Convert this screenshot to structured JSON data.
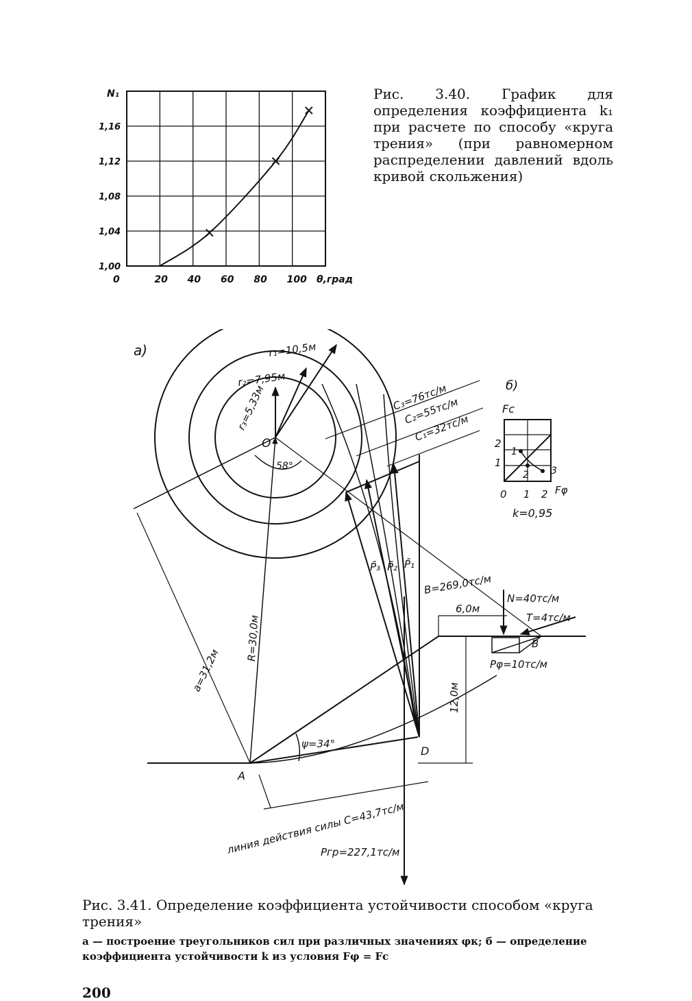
{
  "fig340": {
    "caption": "Рис. 3.40. График для определения коэффициента k₁ при расчете по способу «круга трения» (при равномерном распределении давлений вдоль кривой скольжения)"
  },
  "chart_data": {
    "type": "line",
    "ylabel": "N₁",
    "xlabel": "θ,град",
    "x_ticks": [
      "0",
      "20",
      "40",
      "60",
      "80",
      "100"
    ],
    "y_ticks": [
      "1,00",
      "1,04",
      "1,08",
      "1,12",
      "1,16"
    ],
    "xlim": [
      0,
      120
    ],
    "ylim": [
      1.0,
      1.2
    ],
    "grid": true,
    "series": [
      {
        "x": [
          20,
          50,
          90,
          110
        ],
        "y": [
          1.0,
          1.038,
          1.12,
          1.178
        ],
        "markers": "cross"
      }
    ]
  },
  "fig341": {
    "panel_a": "а)",
    "panel_b": "б)",
    "labels": {
      "r1": "r₁=10,5м",
      "r2": "r₂=7,95м",
      "r3": "r₃=5,33м",
      "center": "O",
      "angle58": "58°",
      "c3": "C₃=76тс/м",
      "c2": "C₂=55тс/м",
      "c1": "C₁=32тс/м",
      "p3": "P̄₃",
      "p2": "P̄₂",
      "p1": "P̄₁",
      "R": "R=30,0м",
      "a": "a=31,2м",
      "B_force": "B=269,0тс/м",
      "N": "N=40тс/м",
      "T": "T=4тс/м",
      "dist6": "6,0м",
      "pointB": "B",
      "Pphi": "Pφ=10тс/м",
      "h12": "12,0м",
      "pointA": "A",
      "pointD": "D",
      "psi": "ψ=34°",
      "line_action": "линия действия силы C=43,7тс/м",
      "Pgr": "Pгр=227,1тс/м"
    },
    "panel_b_labels": {
      "fc": "Fc",
      "fphi": "Fφ",
      "y2": "2",
      "y1": "1",
      "x0": "0",
      "x1": "1",
      "x2": "2",
      "pt1": "1",
      "pt2": "2",
      "pt3": "3",
      "k": "k=0,95"
    },
    "caption": "Рис. 3.41. Определение коэффициента устойчивости способом «круга трения»",
    "legend": "а — построение треугольников сил при различных значениях φк; б — определение коэффициента устойчивости k из условия Fφ = Fc"
  },
  "page_number": "200"
}
